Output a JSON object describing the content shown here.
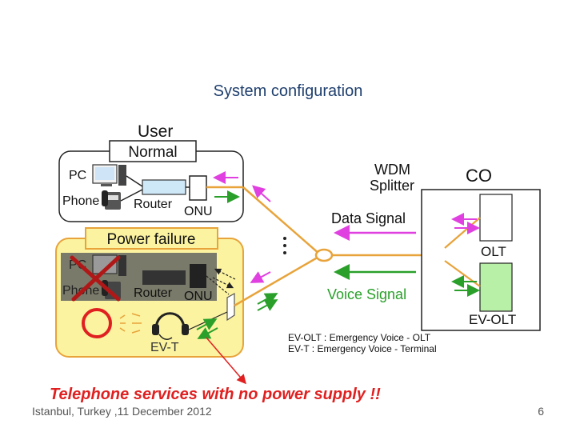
{
  "slide": {
    "title": "System configuration",
    "footer_left": "Istanbul, Turkey ,11 December 2012",
    "page_number": "6"
  },
  "diagram": {
    "user_label": "User",
    "normal_label": "Normal",
    "pc_label": "PC",
    "phone_label": "Phone",
    "router_label": "Router",
    "onu_label": "ONU",
    "power_failure_label": "Power failure",
    "evt_label": "EV-T",
    "wdm_line1": "WDM",
    "wdm_line2": "Splitter",
    "co_label": "CO",
    "data_signal_label": "Data Signal",
    "voice_signal_label": "Voice Signal",
    "olt_label": "OLT",
    "ev_olt_label": "EV-OLT",
    "legend_line1": "EV-OLT : Emergency Voice - OLT",
    "legend_line2": "EV-T : Emergency Voice - Terminal",
    "caption": "Telephone services with no power supply !!",
    "colors": {
      "fiber": "#e8a33a",
      "data_arrow": "#e040e0",
      "voice_arrow": "#2aa02a",
      "caption": "#e02020",
      "power_panel": "#fbf3a0",
      "ev_olt_fill": "#b8f0a8"
    }
  }
}
